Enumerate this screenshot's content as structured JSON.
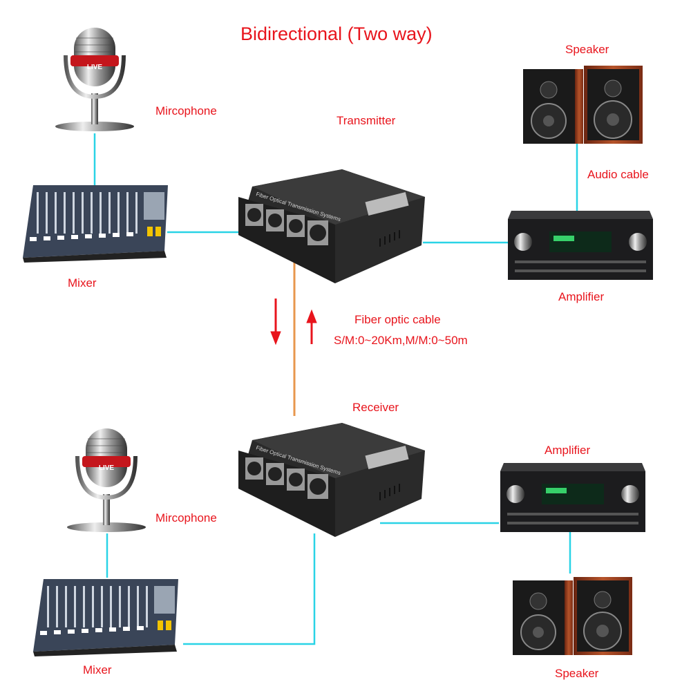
{
  "title": "Bidirectional (Two way)",
  "colors": {
    "label": "#e8141c",
    "audio_cable": "#29d3e6",
    "fiber_cable": "#e8974e",
    "arrow": "#e8141c"
  },
  "top": {
    "microphone_label": "Mircophone",
    "mixer_label": "Mixer",
    "transmitter_label": "Transmitter",
    "speaker_label": "Speaker",
    "audio_cable_label": "Audio cable",
    "amplifier_label": "Amplifier",
    "mic_badge": "LIVE"
  },
  "fiber": {
    "label": "Fiber optic cable",
    "spec": "S/M:0~20Km,M/M:0~50m",
    "arrows": [
      "arrow-down",
      "arrow-up"
    ]
  },
  "bottom": {
    "receiver_label": "Receiver",
    "amplifier_label": "Amplifier",
    "microphone_label": "Mircophone",
    "mixer_label": "Mixer",
    "speaker_label": "Speaker",
    "mic_badge": "LIVE"
  },
  "device_text": "Fiber Optical Transmission Systems"
}
